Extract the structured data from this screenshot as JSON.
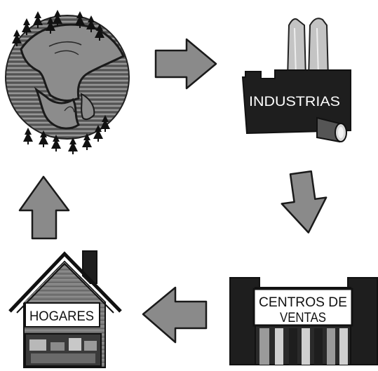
{
  "diagram": {
    "nodes": {
      "earth": {
        "icon": "earth-globe-icon"
      },
      "industries": {
        "label": "INDUSTRIAS",
        "icon": "factory-icon"
      },
      "stores": {
        "label_line1": "CENTROS DE",
        "label_line2": "VENTAS",
        "icon": "store-front-icon"
      },
      "homes": {
        "label": "HOGARES",
        "icon": "house-icon"
      }
    },
    "arrows": [
      "arrow-right-icon",
      "arrow-down-icon",
      "arrow-left-icon",
      "arrow-up-icon"
    ],
    "colors": {
      "arrow_fill": "#8a8a8a",
      "ink": "#111111",
      "building": "#1e1e1e",
      "paper": "#ffffff"
    }
  }
}
